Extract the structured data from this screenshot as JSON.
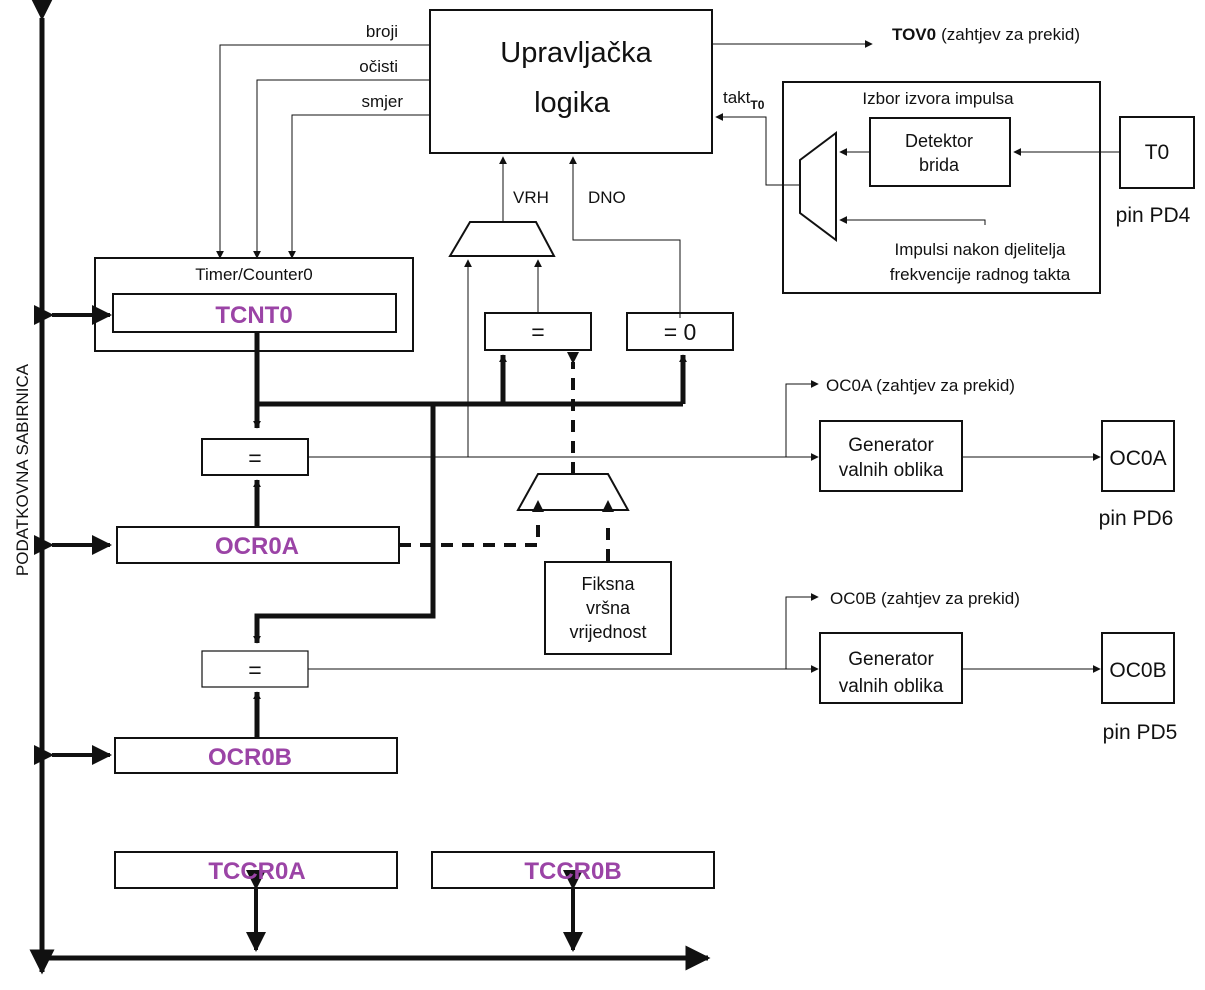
{
  "bus": {
    "label": "PODATKOVNA SABIRNICA"
  },
  "control": {
    "title_line1": "Upravljačka",
    "title_line2": "logika"
  },
  "signals": {
    "count": "broji",
    "clear": "očisti",
    "direction": "smjer",
    "top": "VRH",
    "bottom": "DNO",
    "clock_main": "takt",
    "clock_sub": "T0"
  },
  "overflow": {
    "name": "TOV0",
    "note": "(zahtjev za prekid)"
  },
  "clock_select": {
    "title": "Izbor izvora impulsa",
    "edge_line1": "Detektor",
    "edge_line2": "brida",
    "prescaler_line1": "Impulsi nakon djelitelja",
    "prescaler_line2": "frekvencije radnog takta",
    "pin_box": "T0",
    "pin_label": "pin PD4"
  },
  "timer": {
    "title": "Timer/Counter0",
    "register": "TCNT0"
  },
  "comparators": {
    "eq": "=",
    "zero": "= 0"
  },
  "ocr_a": {
    "register": "OCR0A"
  },
  "ocr_b": {
    "register": "OCR0B"
  },
  "fixed_top": {
    "line1": "Fiksna",
    "line2": "vršna",
    "line3": "vrijednost"
  },
  "channel_a": {
    "interrupt": "OC0A (zahtjev za prekid)",
    "gen_line1": "Generator",
    "gen_line2": "valnih oblika",
    "pin_box": "OC0A",
    "pin_label": "pin PD6"
  },
  "channel_b": {
    "interrupt": "OC0B (zahtjev za prekid)",
    "gen_line1": "Generator",
    "gen_line2": "valnih oblika",
    "pin_box": "OC0B",
    "pin_label": "pin PD5"
  },
  "control_regs": {
    "a": "TCCR0A",
    "b": "TCCR0B"
  },
  "colors": {
    "register_text": "#9b44a6",
    "line": "#111111"
  }
}
